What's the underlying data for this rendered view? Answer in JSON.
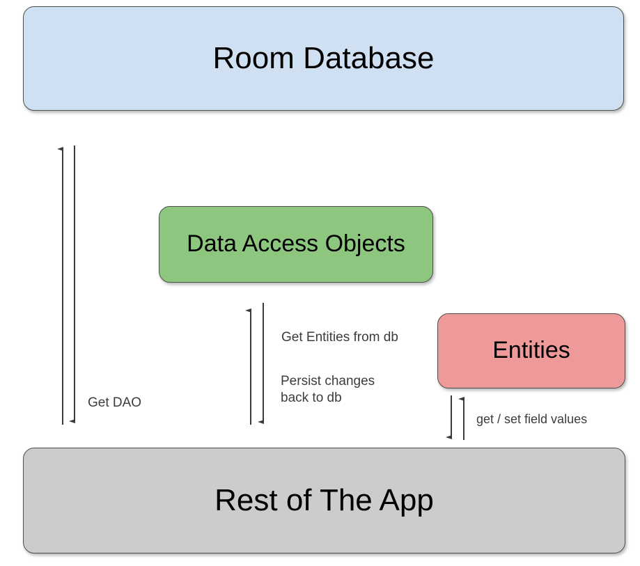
{
  "diagram": {
    "title_hidden": "",
    "nodes": [
      {
        "id": "room",
        "label": "Room Database",
        "color": "#cfe0f2"
      },
      {
        "id": "dao",
        "label": "Data Access Objects",
        "color": "#8cc67f"
      },
      {
        "id": "entities",
        "label": "Entities",
        "color": "#ef9a9a"
      },
      {
        "id": "app",
        "label": "Rest of The App",
        "color": "#cccccc"
      }
    ],
    "edges": [
      {
        "id": "get-dao",
        "label": "Get DAO",
        "from": "app",
        "to": "room",
        "direction": "bidirectional"
      },
      {
        "id": "get-entities",
        "label": "Get Entities from db",
        "from": "dao",
        "to": "app",
        "direction": "up"
      },
      {
        "id": "persist",
        "label": "Persist changes\nback to db",
        "from": "app",
        "to": "dao",
        "direction": "down"
      },
      {
        "id": "get-set-field-values",
        "label": "get / set field values",
        "from": "entities",
        "to": "app",
        "direction": "bidirectional"
      }
    ],
    "colors": {
      "background": "#ffffff",
      "stroke": "#3a3a3a",
      "node_border": "#4d4d4d",
      "text": "#000000",
      "label_text": "#3c3c3c"
    }
  }
}
